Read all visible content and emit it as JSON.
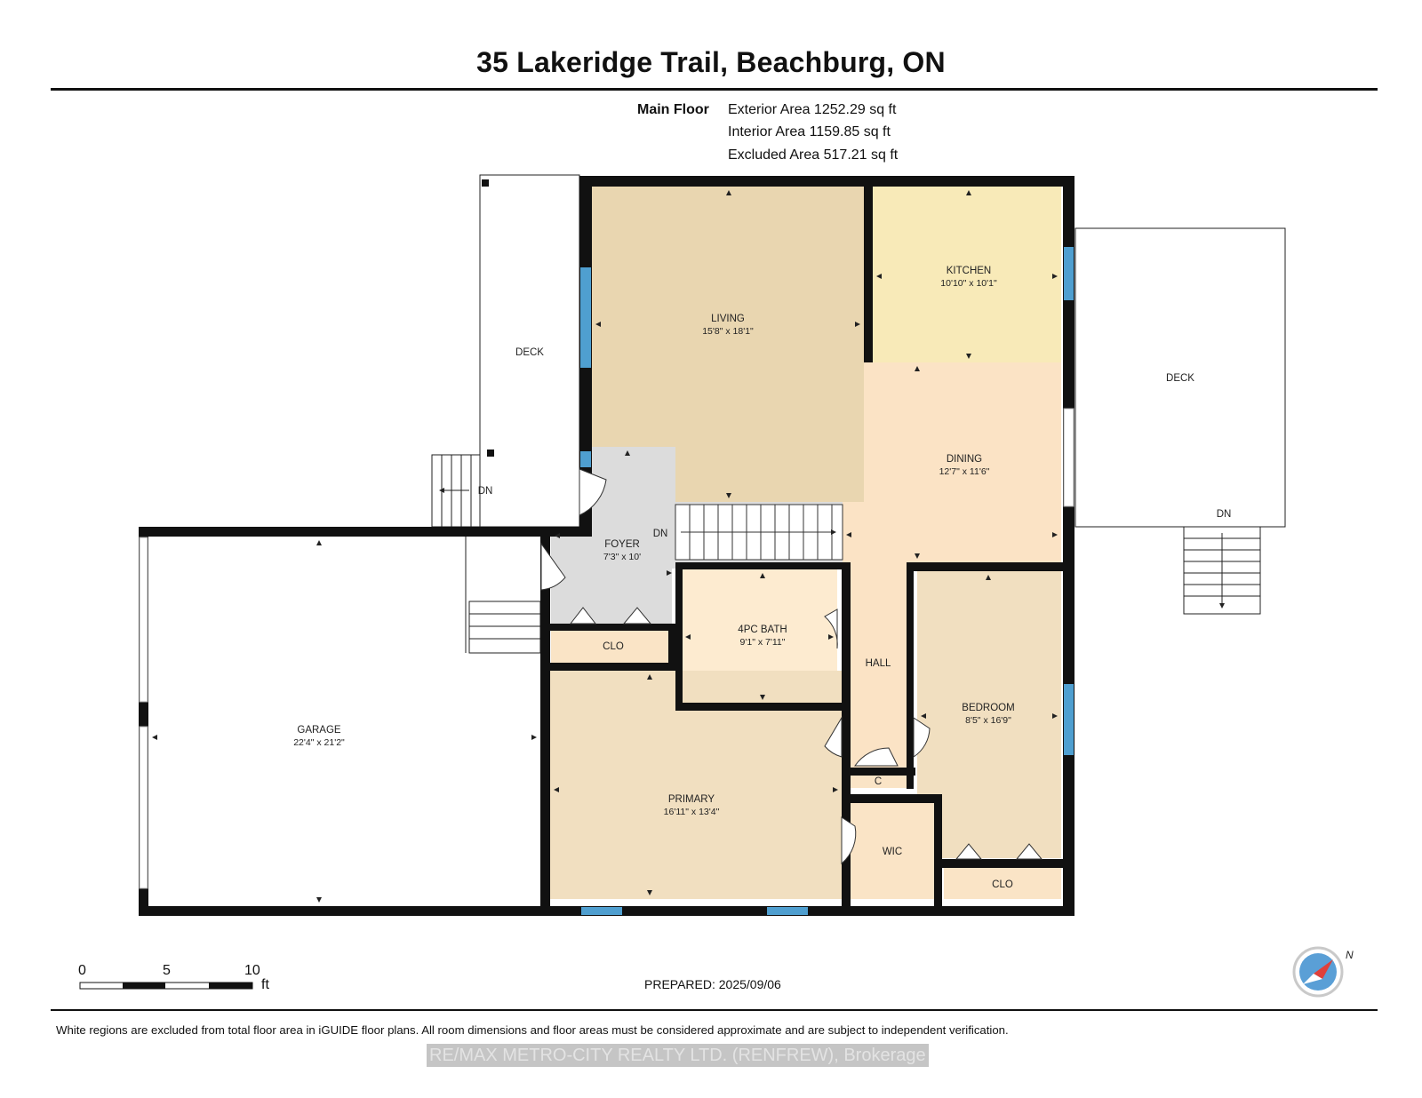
{
  "title": "35 Lakeridge Trail, Beachburg, ON",
  "floor": {
    "name": "Main Floor",
    "exterior_area": "Exterior Area 1252.29 sq ft",
    "interior_area": "Interior Area 1159.85 sq ft",
    "excluded_area": "Excluded Area 517.21 sq ft"
  },
  "rooms": {
    "living": {
      "name": "LIVING",
      "dims": "15'8\" x 18'1\""
    },
    "kitchen": {
      "name": "KITCHEN",
      "dims": "10'10\" x 10'1\""
    },
    "dining": {
      "name": "DINING",
      "dims": "12'7\" x 11'6\""
    },
    "foyer": {
      "name": "FOYER",
      "dims": "7'3\" x 10'"
    },
    "bath": {
      "name": "4PC BATH",
      "dims": "9'1\" x 7'11\""
    },
    "hall": {
      "name": "HALL"
    },
    "bedroom": {
      "name": "BEDROOM",
      "dims": "8'5\" x 16'9\""
    },
    "primary": {
      "name": "PRIMARY",
      "dims": "16'11\" x 13'4\""
    },
    "garage": {
      "name": "GARAGE",
      "dims": "22'4\" x 21'2\""
    },
    "clo_foyer": {
      "name": "CLO"
    },
    "clo_bedroom": {
      "name": "CLO"
    },
    "closet_c": {
      "name": "C"
    },
    "wic": {
      "name": "WIC"
    },
    "deck_left": {
      "name": "DECK"
    },
    "deck_right": {
      "name": "DECK"
    }
  },
  "stairs": {
    "left_dn": "DN",
    "center_dn": "DN",
    "right_dn": "DN"
  },
  "scale": {
    "ticks": [
      "0",
      "5",
      "10"
    ],
    "unit": "ft"
  },
  "compass": {
    "label": "N"
  },
  "prepared": "PREPARED: 2025/09/06",
  "disclaimer": "White regions are excluded from total floor area in iGUIDE floor plans. All room dimensions and floor areas must be considered approximate and are subject to independent verification.",
  "brokerage": "RE/MAX METRO-CITY REALTY LTD. (RENFREW), Brokerage",
  "colors": {
    "living": "#e9d6b0",
    "kitchen": "#f8eab8",
    "dining": "#fbe3c5",
    "bedroom_primary": "#f1dfc0",
    "foyer": "#dcdcdc",
    "closet": "#fae4c6",
    "bath": "#fdebd0",
    "wall": "#111111",
    "window": "#4f9fd0"
  }
}
